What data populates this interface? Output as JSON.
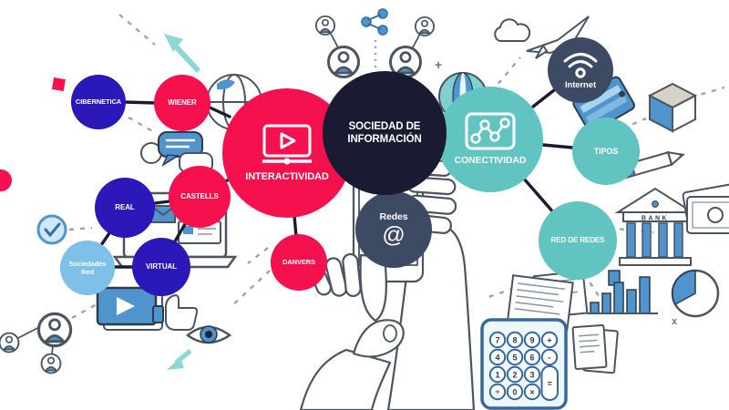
{
  "palette": {
    "navy": "#1b1a33",
    "crimson": "#f5104e",
    "teal": "#62c4c1",
    "indigo": "#2a18b8",
    "slate": "#3d4a63",
    "light_blue": "#7fc0e8",
    "doodle_blue": "#4f94cd",
    "doodle_teal": "#7fd0d0",
    "doodle_ink": "#4a5560"
  },
  "nodes": {
    "sociedad": {
      "label": "SOCIEDAD DE INFORMACIÓN",
      "color": "#1b1a33"
    },
    "interactividad": {
      "label": "INTERACTIVIDAD",
      "color": "#f5104e",
      "icon": "video-player-icon"
    },
    "conectividad": {
      "label": "CONECTIVIDAD",
      "color": "#62c4c1",
      "icon": "network-nodes-icon"
    },
    "redes": {
      "label": "Redes",
      "glyph": "@",
      "color": "#3d4a63"
    },
    "internet": {
      "label": "Internet",
      "color": "#3d4a63",
      "icon": "wifi-icon"
    },
    "tipos": {
      "label": "TIPOS",
      "color": "#62c4c1"
    },
    "red_de_redes": {
      "label": "RED DE REDES",
      "color": "#62c4c1"
    },
    "cibernetica": {
      "label": "CIBERNETICA",
      "color": "#2a18b8"
    },
    "wiener": {
      "label": "WIENER",
      "color": "#f5104e"
    },
    "real": {
      "label": "REAL",
      "color": "#2a18b8"
    },
    "castells": {
      "label": "CASTELLS",
      "color": "#f5104e"
    },
    "sociedades_red": {
      "label": "Sociedades Red",
      "color": "#7fc0e8"
    },
    "virtual": {
      "label": "VIRTUAL",
      "color": "#2a18b8"
    },
    "danvers": {
      "label": "DANVERS",
      "color": "#f5104e"
    }
  },
  "background": {
    "bank_label": "BANK",
    "plus_mark": "+",
    "times_mark": "x",
    "calculator": {
      "keys": [
        "7",
        "8",
        "9",
        "+",
        "4",
        "5",
        "6",
        "-",
        "1",
        "2",
        "3",
        "÷",
        "0",
        "×"
      ],
      "equals": "="
    }
  }
}
